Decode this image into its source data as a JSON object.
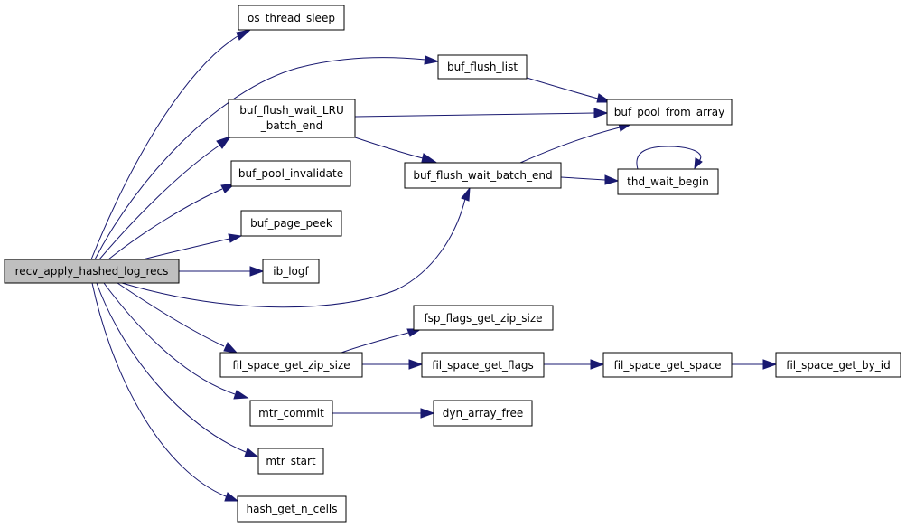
{
  "graph": {
    "nodes": {
      "root": "recv_apply_hashed_log_recs",
      "os_thread_sleep": "os_thread_sleep",
      "buf_flush_list": "buf_flush_list",
      "buf_flush_wait_lru_batch_end_1": "buf_flush_wait_LRU",
      "buf_flush_wait_lru_batch_end_2": "_batch_end",
      "buf_pool_from_array": "buf_pool_from_array",
      "buf_pool_invalidate": "buf_pool_invalidate",
      "buf_flush_wait_batch_end": "buf_flush_wait_batch_end",
      "thd_wait_begin": "thd_wait_begin",
      "buf_page_peek": "buf_page_peek",
      "ib_logf": "ib_logf",
      "fsp_flags_get_zip_size": "fsp_flags_get_zip_size",
      "fil_space_get_zip_size": "fil_space_get_zip_size",
      "fil_space_get_flags": "fil_space_get_flags",
      "fil_space_get_space": "fil_space_get_space",
      "fil_space_get_by_id": "fil_space_get_by_id",
      "mtr_commit": "mtr_commit",
      "dyn_array_free": "dyn_array_free",
      "mtr_start": "mtr_start",
      "hash_get_n_cells": "hash_get_n_cells"
    },
    "edges": [
      {
        "from": "recv_apply_hashed_log_recs",
        "to": "os_thread_sleep"
      },
      {
        "from": "recv_apply_hashed_log_recs",
        "to": "buf_flush_list"
      },
      {
        "from": "recv_apply_hashed_log_recs",
        "to": "buf_flush_wait_LRU_batch_end"
      },
      {
        "from": "recv_apply_hashed_log_recs",
        "to": "buf_pool_invalidate"
      },
      {
        "from": "recv_apply_hashed_log_recs",
        "to": "buf_page_peek"
      },
      {
        "from": "recv_apply_hashed_log_recs",
        "to": "ib_logf"
      },
      {
        "from": "recv_apply_hashed_log_recs",
        "to": "buf_flush_wait_batch_end"
      },
      {
        "from": "recv_apply_hashed_log_recs",
        "to": "fil_space_get_zip_size"
      },
      {
        "from": "recv_apply_hashed_log_recs",
        "to": "mtr_commit"
      },
      {
        "from": "recv_apply_hashed_log_recs",
        "to": "mtr_start"
      },
      {
        "from": "recv_apply_hashed_log_recs",
        "to": "hash_get_n_cells"
      },
      {
        "from": "buf_flush_list",
        "to": "buf_pool_from_array"
      },
      {
        "from": "buf_flush_wait_LRU_batch_end",
        "to": "buf_pool_from_array"
      },
      {
        "from": "buf_flush_wait_LRU_batch_end",
        "to": "buf_flush_wait_batch_end"
      },
      {
        "from": "buf_flush_wait_batch_end",
        "to": "buf_pool_from_array"
      },
      {
        "from": "buf_flush_wait_batch_end",
        "to": "thd_wait_begin"
      },
      {
        "from": "thd_wait_begin",
        "to": "thd_wait_begin"
      },
      {
        "from": "fil_space_get_zip_size",
        "to": "fsp_flags_get_zip_size"
      },
      {
        "from": "fil_space_get_zip_size",
        "to": "fil_space_get_flags"
      },
      {
        "from": "fil_space_get_flags",
        "to": "fil_space_get_space"
      },
      {
        "from": "fil_space_get_space",
        "to": "fil_space_get_by_id"
      },
      {
        "from": "mtr_commit",
        "to": "dyn_array_free"
      }
    ],
    "colors": {
      "edge": "#191970",
      "node_border": "#000000",
      "node_fill": "#ffffff",
      "root_fill": "#bfbfbf"
    }
  }
}
